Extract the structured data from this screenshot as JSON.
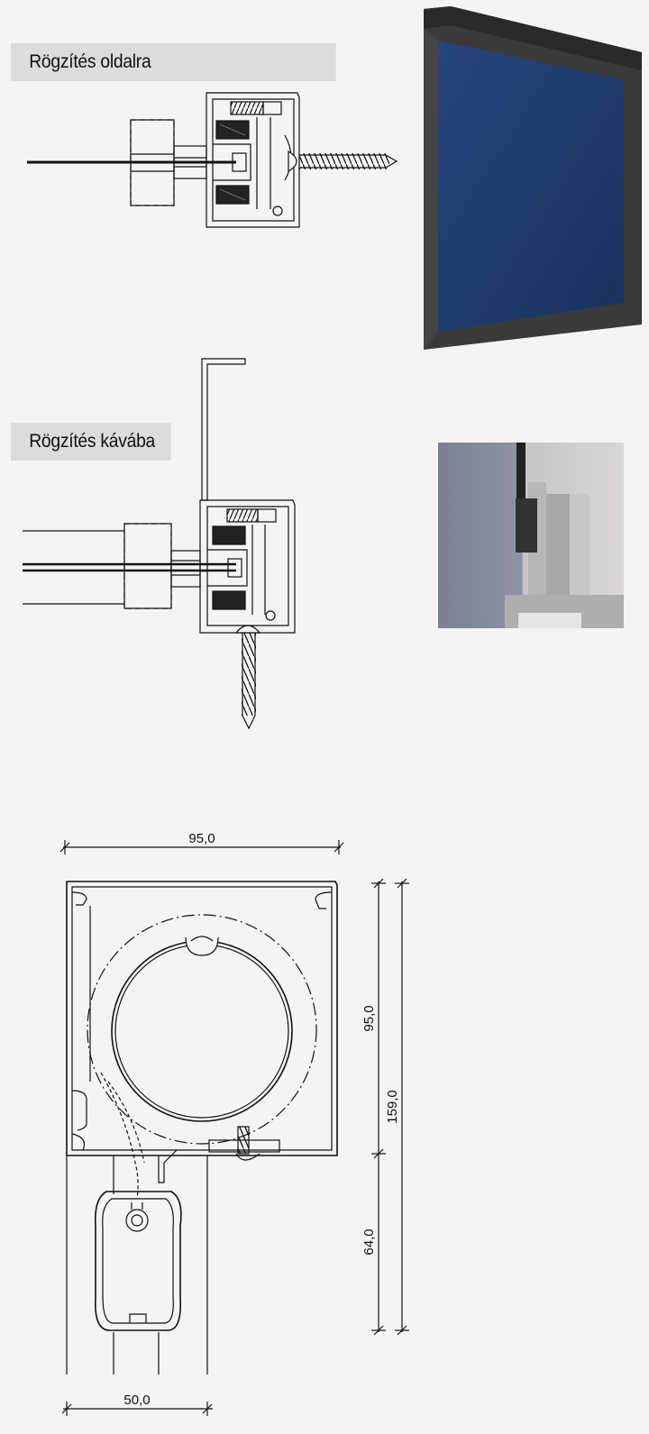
{
  "labels": {
    "side_mounting": "Rögzítés oldalra",
    "reveal_mounting": "Rögzítés kávába"
  },
  "dimensions": {
    "box_width": "95,0",
    "box_height": "95,0",
    "total_height": "159,0",
    "rail_height": "64,0",
    "rail_width": "50,0"
  },
  "colors": {
    "background": "#f4f4f4",
    "label_box": "#dcdcdc",
    "screen_blue": "#1f3c6e",
    "frame_dark": "#3a3a3a",
    "line": "#111111"
  }
}
